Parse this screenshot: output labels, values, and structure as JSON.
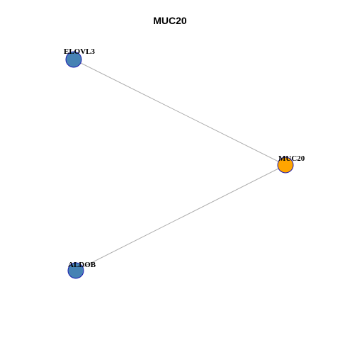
{
  "title": "MUC20",
  "network": {
    "nodes": [
      {
        "id": "ELOVL3",
        "label": "ELOVL3",
        "color": "#4682B4"
      },
      {
        "id": "MUC20",
        "label": "MUC20",
        "color": "#FFA500"
      },
      {
        "id": "ALDOB",
        "label": "ALDOB",
        "color": "#4682B4"
      }
    ],
    "edges": [
      {
        "source": "ELOVL3",
        "target": "MUC20"
      },
      {
        "source": "ALDOB",
        "target": "MUC20"
      }
    ],
    "node_border_color": "#1A1AB0",
    "edge_color": "#AAAAAA"
  }
}
